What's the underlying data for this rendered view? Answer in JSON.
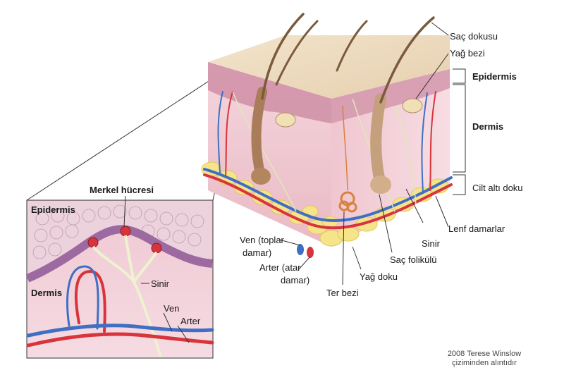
{
  "labels": {
    "hair_shaft": "Saç dokusu",
    "sebaceous_gland": "Yağ bezi",
    "epidermis": "Epidermis",
    "dermis": "Dermis",
    "subcutaneous": "Cilt altı doku",
    "lymph_vessels": "Lenf damarlar",
    "nerve": "Sinir",
    "hair_follicle": "Saç folikülü",
    "fat_tissue": "Yağ doku",
    "sweat_gland": "Ter bezi",
    "artery_l1": "Arter (atar",
    "artery_l2": "damar)",
    "vein_l1": "Ven (toplar",
    "vein_l2": "damar)"
  },
  "inset": {
    "merkel_cell": "Merkel hücresi",
    "epidermis": "Epidermis",
    "dermis": "Dermis",
    "nerve": "Sinir",
    "vein": "Ven",
    "artery": "Arter"
  },
  "credit": {
    "line1": "2008 Terese Winslow",
    "line2": "çiziminden alıntıdır"
  },
  "colors": {
    "skin_surface": "#ecd9bf",
    "epidermis": "#c98aa0",
    "dermis": "#f2cfd6",
    "fat": "#f6e48a",
    "artery": "#d8343c",
    "vein": "#3f6fc4",
    "nerve": "#e6ecc6",
    "hair": "#7a5a3c"
  }
}
